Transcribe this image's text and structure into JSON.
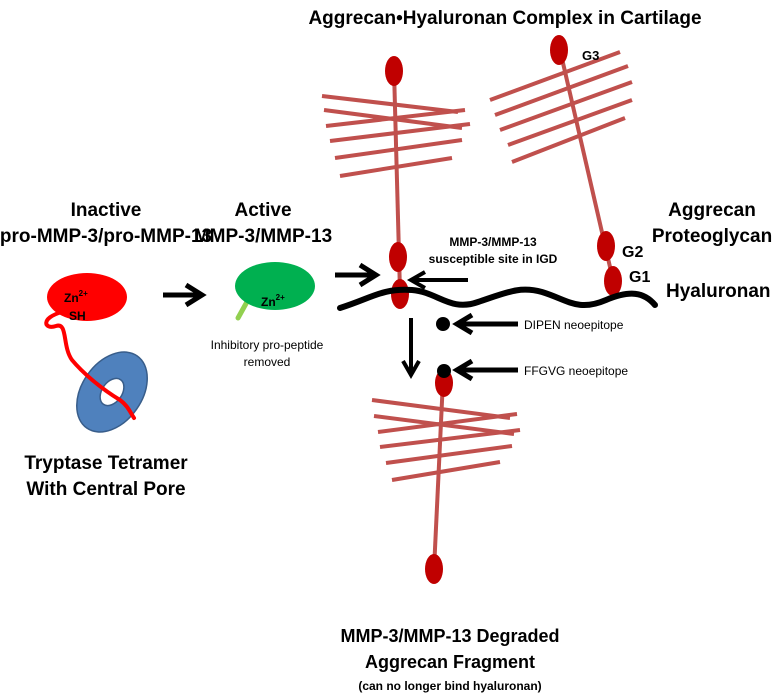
{
  "title": "Aggrecan•Hyaluronan Complex in Cartilage",
  "labels": {
    "inactive_line1": "Inactive",
    "inactive_line2": "pro-MMP-3/pro-MMP-13",
    "active_line1": "Active",
    "active_line2": "MMP-3/MMP-13",
    "zn_base": "Zn",
    "zn_charge": "2+",
    "sh": "SH",
    "inhibitory_line1": "Inhibitory pro-peptide",
    "inhibitory_line2": "removed",
    "tryptase_line1": "Tryptase Tetramer",
    "tryptase_line2": "With Central Pore",
    "susceptible_line1": "MMP-3/MMP-13",
    "susceptible_line2": "susceptible site in IGD",
    "g3": "G3",
    "g2": "G2",
    "g1": "G1",
    "aggrecan_line1": "Aggrecan",
    "aggrecan_line2": "Proteoglycan",
    "hyaluronan": "Hyaluronan",
    "dipen": "DIPEN neoepitope",
    "ffgvg": "FFGVG neoepitope",
    "degraded_line1": "MMP-3/MMP-13 Degraded",
    "degraded_line2": "Aggrecan Fragment",
    "degraded_line3": "(can no longer bind hyaluronan)"
  },
  "colors": {
    "proteoglycan_core": "#c0504d",
    "globular_domain": "#c00000",
    "pro_enzyme": "#ff0000",
    "active_enzyme": "#00b050",
    "propeptide_stub": "#92d050",
    "tryptase": "#4f81bd",
    "tryptase_outline": "#385d8a",
    "hyaluronan": "#000000",
    "neoepitope_dot": "#000000"
  }
}
